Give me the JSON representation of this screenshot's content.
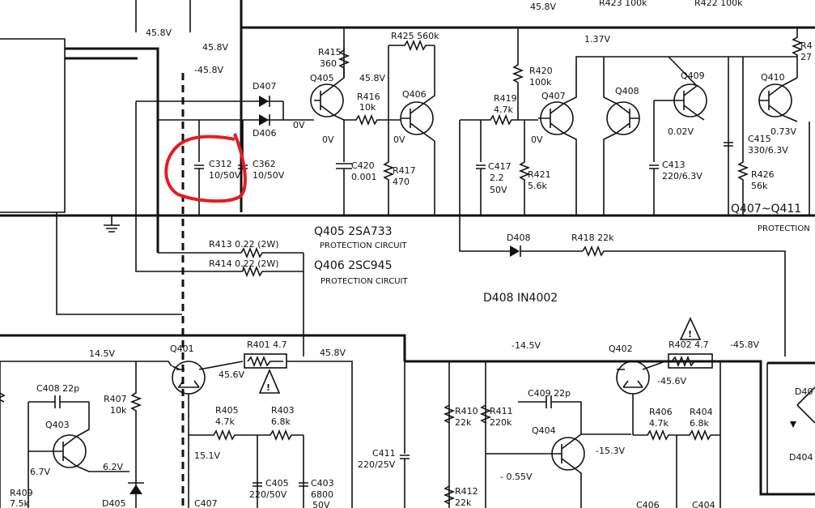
{
  "labels": {
    "v_458_a": "45.8V",
    "v_458_b": "45.8V",
    "v_458_c": "-45.8V",
    "v_458_top": "45.8V",
    "r423": "R423 100k",
    "r422": "R422 100k",
    "r415": "R415",
    "r415_val": "360",
    "r425": "R425 560k",
    "v_137": "1.37V",
    "r420": "R420",
    "r420_val": "100k",
    "q405": "Q405",
    "v_q405": "45.8V",
    "q406": "Q406",
    "q407": "Q407",
    "q408": "Q408",
    "q409": "Q409",
    "q410": "Q410",
    "r416": "R416",
    "r416_val": "10k",
    "r419": "R419",
    "r419_val": "4.7k",
    "d407": "D407",
    "d406": "D406",
    "ov1": "0V",
    "ov2": "0V",
    "ov3": "0V",
    "ov4": "0V",
    "v_002": "0.02V",
    "v_073": "0.73V",
    "c312": "C312",
    "c312_val": "10/50V",
    "c362": "C362",
    "c362_val": "10/50V",
    "c420": "C420",
    "c420_val": "0.001",
    "r417": "R417",
    "r417_val": "470",
    "c417": "C417",
    "c417_v1": "2.2",
    "c417_v2": "50V",
    "r421": "R421",
    "r421_val": "5.6k",
    "c413": "C413",
    "c413_val": "220/6.3V",
    "c415": "C415",
    "c415_val": "330/6.3V",
    "r426": "R426",
    "r426_val": "56k",
    "r4xx_right": "R4",
    "r4xx_right_val": "27",
    "q405_type": "Q405  2SA733",
    "prot1": "PROTECTION CIRCUIT",
    "q406_type": "Q406  2SC945",
    "prot2": "PROTECTION CIRCUIT",
    "q407_q411": "Q407~Q411",
    "prot3": "PROTECTION",
    "r413": "R413  0.22 (2W)",
    "r414": "R414  0.22 (2W)",
    "d408": "D408",
    "r418": "R418  22k",
    "d408_type": "D408  IN4002",
    "v_145_l": "14.5V",
    "q401": "Q401",
    "r401": "R401 4.7",
    "v_458_mid": "45.8V",
    "v_456": "45.6V",
    "c408": "C408  22p",
    "r407": "R407",
    "r407_val": "10k",
    "q403": "Q403",
    "r405": "R405",
    "r405_val": "4.7k",
    "r403": "R403",
    "r403_val": "6.8k",
    "v_151": "15.1V",
    "v_67": "6.7V",
    "v_62": "6.2V",
    "r409": "R409",
    "r409_val": "7.5k",
    "d405": "D405",
    "c407": "C407",
    "c405": "C405",
    "c405_val": "220/50V",
    "c403": "C403",
    "c403_v1": "6800",
    "c403_v2": "50V",
    "c411": "C411",
    "c411_val": "220/25V",
    "v_145_r": "-14.5V",
    "r410": "R410",
    "r410_val": "22k",
    "r411": "R411",
    "r411_val": "220k",
    "c409": "C409  22p",
    "q404": "Q404",
    "v_055": "- 0.55V",
    "v_153": "-15.3V",
    "r412": "R412",
    "r412_val": "22k",
    "q402": "Q402",
    "v_456n": "-45.6V",
    "r402": "R402 4.7",
    "v_458n": "-45.8V",
    "r406": "R406",
    "r406_val": "4.7k",
    "r404": "R404",
    "r404_val": "6.8k",
    "c406": "C406",
    "c404": "C404",
    "d40x": "D40",
    "d404": "D404"
  }
}
